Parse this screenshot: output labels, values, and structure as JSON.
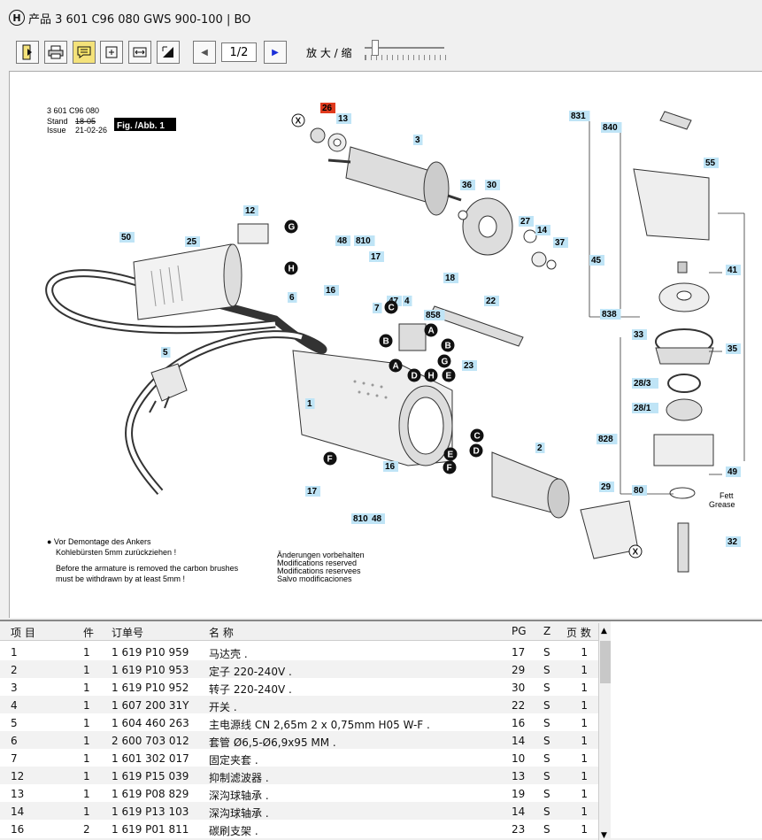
{
  "window": {
    "title": "产品 3 601 C96 080    GWS 900-100 | BO",
    "logo": "bosch-logo"
  },
  "toolbar": {
    "buttons": [
      {
        "name": "exit-icon"
      },
      {
        "name": "print-icon"
      },
      {
        "name": "comment-icon"
      },
      {
        "name": "fit-page-icon"
      },
      {
        "name": "fit-width-icon"
      },
      {
        "name": "select-area-icon"
      }
    ],
    "prev": "◀",
    "page": "1/2",
    "next": "▶",
    "zoom_label": "放 大 / 缩"
  },
  "drawing": {
    "header_code": "3 601 C96 080",
    "stand_label": "Stand",
    "stand_value": "18-05",
    "issue_label": "Issue",
    "issue_value": "21-02-26",
    "fig_label": "Fig. /Abb. 1",
    "note_de_1": "● Vor Demontage des Ankers",
    "note_de_2": "Kohlebürsten 5mm zurückziehen !",
    "note_en_1": "Before the armature is removed the carbon brushes",
    "note_en_2": "must be withdrawn by at least 5mm !",
    "mod_1": "Änderungen vorbehalten",
    "mod_2": "Modifications reserved",
    "mod_3": "Modifications reservees",
    "mod_4": "Salvo modificaciones",
    "fett": "Fett",
    "grease": "Grease",
    "labels": {
      "p26": "26",
      "p13": "13",
      "p3": "3",
      "p36": "36",
      "p30": "30",
      "p27": "27",
      "p14": "14",
      "p37": "37",
      "p45": "45",
      "p838": "838",
      "p831": "831",
      "p840": "840",
      "p55": "55",
      "p41": "41",
      "p12": "12",
      "p25": "25",
      "p50": "50",
      "p48": "48",
      "p810": "810",
      "p17": "17",
      "p16": "16",
      "p7": "7",
      "p47": "47",
      "p4": "4",
      "p858": "858",
      "p18": "18",
      "p22": "22",
      "p6": "6",
      "p5": "5",
      "p1": "1",
      "p23": "23",
      "p2": "2",
      "p29": "29",
      "p33": "33",
      "p35": "35",
      "p283": "28/3",
      "p281": "28/1",
      "p828": "828",
      "p49": "49",
      "p80": "80",
      "p32": "32",
      "p16b": "16",
      "p17b": "17",
      "p810b": "810",
      "p48b": "48"
    },
    "letters": {
      "x": "X",
      "g": "G",
      "h": "H",
      "b": "B",
      "c": "C",
      "a": "A",
      "d": "D",
      "e": "E",
      "f": "F"
    }
  },
  "table": {
    "headers": [
      "项 目",
      "件",
      "订单号",
      "名 称",
      "PG",
      "Z",
      "页 数"
    ],
    "rows": [
      {
        "item": "1",
        "qty": "1",
        "order": "1 619 P10 959",
        "name": "马达壳    .",
        "pg": "17",
        "z": "S",
        "pages": "1"
      },
      {
        "item": "2",
        "qty": "1",
        "order": "1 619 P10 953",
        "name": "定子    220-240V .",
        "pg": "29",
        "z": "S",
        "pages": "1"
      },
      {
        "item": "3",
        "qty": "1",
        "order": "1 619 P10 952",
        "name": "转子    220-240V .",
        "pg": "30",
        "z": "S",
        "pages": "1"
      },
      {
        "item": "4",
        "qty": "1",
        "order": "1 607 200 31Y",
        "name": "开关    .",
        "pg": "22",
        "z": "S",
        "pages": "1"
      },
      {
        "item": "5",
        "qty": "1",
        "order": "1 604 460 263",
        "name": "主电源线    CN 2,65m 2 x 0,75mm H05 W-F .",
        "pg": "16",
        "z": "S",
        "pages": "1"
      },
      {
        "item": "6",
        "qty": "1",
        "order": "2 600 703 012",
        "name": "套管    Ø6,5-Ø6,9x95 MM .",
        "pg": "14",
        "z": "S",
        "pages": "1"
      },
      {
        "item": "7",
        "qty": "1",
        "order": "1 601 302 017",
        "name": "固定夹套    .",
        "pg": "10",
        "z": "S",
        "pages": "1"
      },
      {
        "item": "12",
        "qty": "1",
        "order": "1 619 P15 039",
        "name": "抑制滤波器    .",
        "pg": "13",
        "z": "S",
        "pages": "1"
      },
      {
        "item": "13",
        "qty": "1",
        "order": "1 619 P08 829",
        "name": "深沟球轴承    .",
        "pg": "19",
        "z": "S",
        "pages": "1"
      },
      {
        "item": "14",
        "qty": "1",
        "order": "1 619 P13 103",
        "name": "深沟球轴承    .",
        "pg": "14",
        "z": "S",
        "pages": "1"
      },
      {
        "item": "16",
        "qty": "2",
        "order": "1 619 P01 811",
        "name": "碳刷支架    .",
        "pg": "23",
        "z": "S",
        "pages": "1"
      }
    ]
  }
}
